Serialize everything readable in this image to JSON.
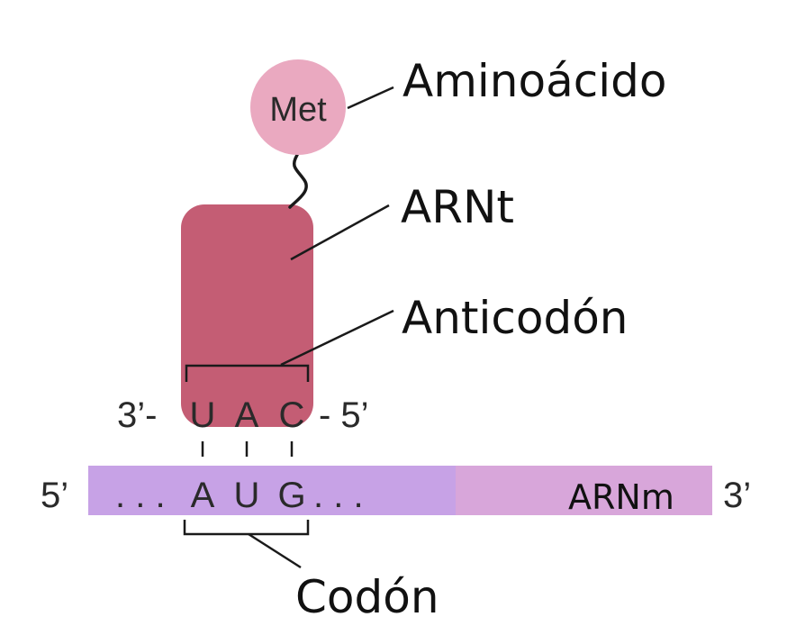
{
  "labels": {
    "amino_acid": "Aminoácido",
    "trna": "ARNt",
    "anticodon": "Anticodón",
    "codon": "Codón",
    "mrna": "ARNm"
  },
  "amino_acid_symbol": "Met",
  "anticodon_strand": {
    "left_end": "3’-",
    "bases": [
      "U",
      "A",
      "C"
    ],
    "right_end": "- 5’"
  },
  "mrna_strand": {
    "left_end": "5’",
    "leading_dots": ". . .",
    "bases": [
      "A",
      "U",
      "G"
    ],
    "trailing_dots": ". . .",
    "right_end": "3’"
  },
  "colors": {
    "amino_acid_circle": "#eaa9c0",
    "trna_body": "#c45d74",
    "mrna_strand_left": "#c7a2e6",
    "mrna_strand_right": "#d8a6da",
    "line": "#1a1a1a"
  }
}
